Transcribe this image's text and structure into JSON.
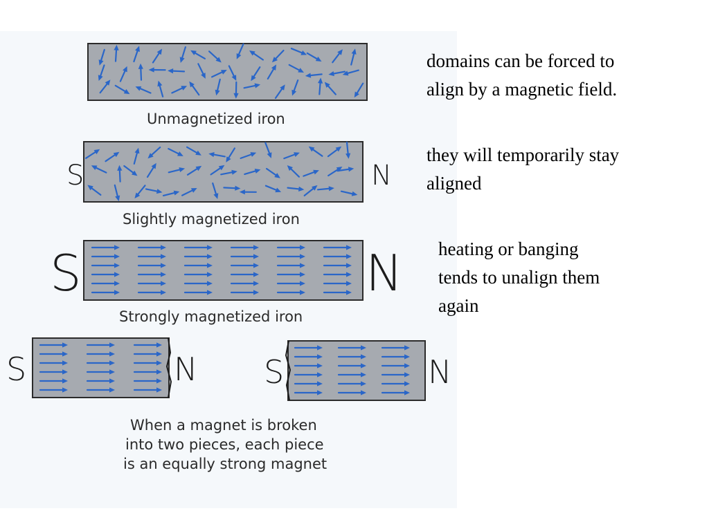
{
  "panels": {
    "unmagnetized": {
      "caption": "Unmagnetized iron"
    },
    "slightly": {
      "caption": "Slightly magnetized iron",
      "south": "S",
      "north": "N"
    },
    "strongly": {
      "caption": "Strongly magnetized iron",
      "south": "S",
      "north": "N"
    },
    "broken": {
      "left": {
        "south": "S",
        "north": "N"
      },
      "right": {
        "south": "S",
        "north": "N"
      },
      "caption": [
        "When a magnet is broken",
        "into two pieces, each piece",
        "is an equally strong magnet"
      ]
    }
  },
  "notes": [
    [
      "domains can be forced to",
      "align by a magnetic field."
    ],
    [
      "they will temporarily stay",
      "aligned"
    ],
    [
      "heating or banging",
      "tends to unalign them",
      "again"
    ]
  ],
  "colors": {
    "bar_fill": "#a6aab0",
    "arrow": "#2a66c8",
    "outline": "#2b2b2b"
  }
}
